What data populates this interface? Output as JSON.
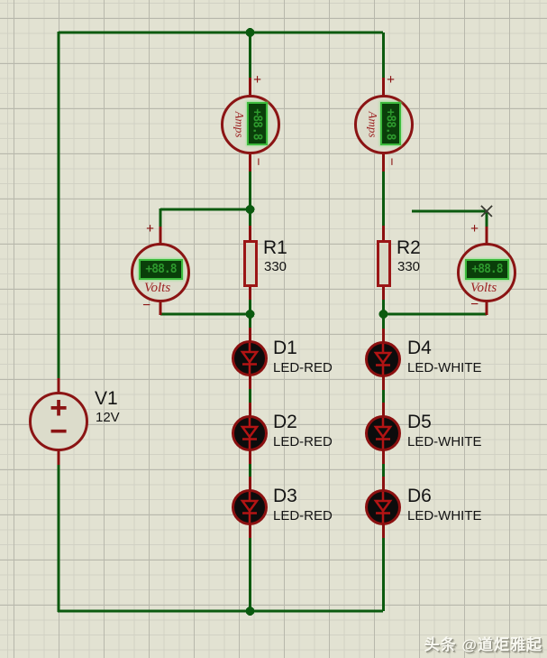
{
  "watermark": {
    "text": "头条 @道炬雅起"
  },
  "colors": {
    "background": "#e2e2d2",
    "wire_green": "#0b5a0f",
    "component_red": "#8b1414",
    "lcd_border_green": "#3dbb3d",
    "lcd_background": "#0a3f0a",
    "lcd_digit_green": "#2e9a2e",
    "led_body_black": "#0c0c0c",
    "label_black": "#141414"
  },
  "polarity": {
    "plus": "+",
    "minus": "−"
  },
  "power_source": {
    "ref": "V1",
    "value": "12V"
  },
  "meters": {
    "ammeter1": {
      "type_label": "Amps",
      "reading": "+88.8"
    },
    "ammeter2": {
      "type_label": "Amps",
      "reading": "+88.8"
    },
    "voltmeter1": {
      "type_label": "Volts",
      "reading": "+88.8"
    },
    "voltmeter2": {
      "type_label": "Volts",
      "reading": "+88.8"
    }
  },
  "resistors": [
    {
      "ref": "R1",
      "value": "330"
    },
    {
      "ref": "R2",
      "value": "330"
    }
  ],
  "leds": [
    {
      "ref": "D1",
      "model": "LED-RED"
    },
    {
      "ref": "D2",
      "model": "LED-RED"
    },
    {
      "ref": "D3",
      "model": "LED-RED"
    },
    {
      "ref": "D4",
      "model": "LED-WHITE"
    },
    {
      "ref": "D5",
      "model": "LED-WHITE"
    },
    {
      "ref": "D6",
      "model": "LED-WHITE"
    }
  ]
}
